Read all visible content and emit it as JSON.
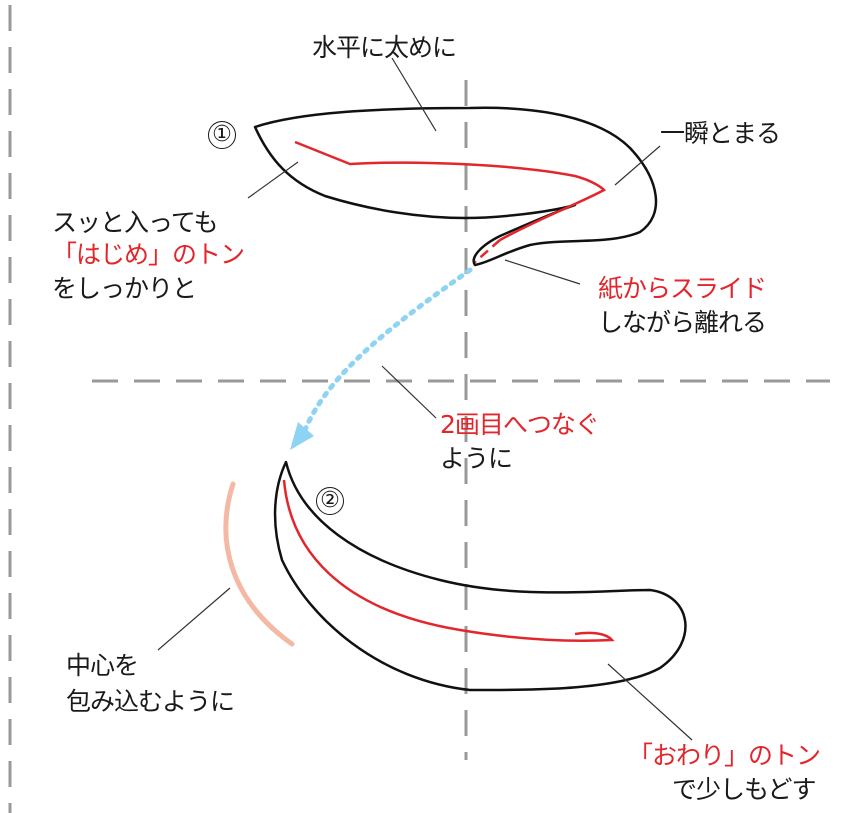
{
  "title_label": "水平に太めに",
  "stroke1": {
    "number": "①",
    "pause_label": "一瞬とまる",
    "start_label": [
      "スッと入っても",
      "「はじめ」のトン",
      "をしっかりと"
    ],
    "slide_label": [
      "紙からスライド",
      "しながら離れる"
    ]
  },
  "connector": {
    "label": [
      "2画目へつなぐ",
      "ように"
    ]
  },
  "stroke2": {
    "number": "②",
    "center_label": [
      "中心を",
      "包み込むように"
    ],
    "end_label": [
      "「おわり」のトン",
      "で少しもどす"
    ]
  },
  "colors": {
    "outline": "#111111",
    "guide_red": "#e3262c",
    "dotted_arrow": "#8fd3f4",
    "arc": "#f4b9a4",
    "dashed_grid": "#999999",
    "leader": "#333333"
  }
}
